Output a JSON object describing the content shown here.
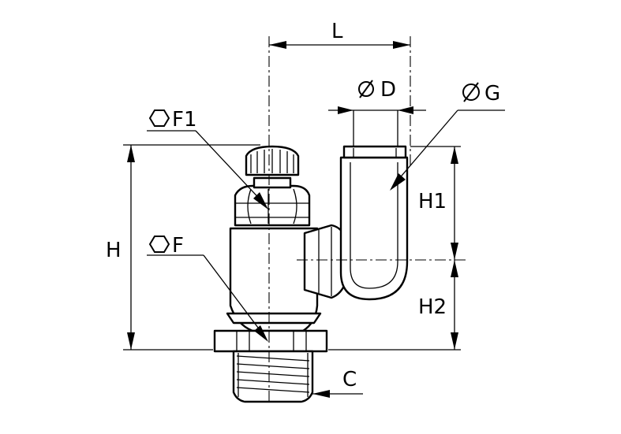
{
  "labels": {
    "L": "L",
    "D": "D",
    "G": "G",
    "F1": "F1",
    "F": "F",
    "H": "H",
    "H1": "H1",
    "H2": "H2",
    "C": "C"
  }
}
